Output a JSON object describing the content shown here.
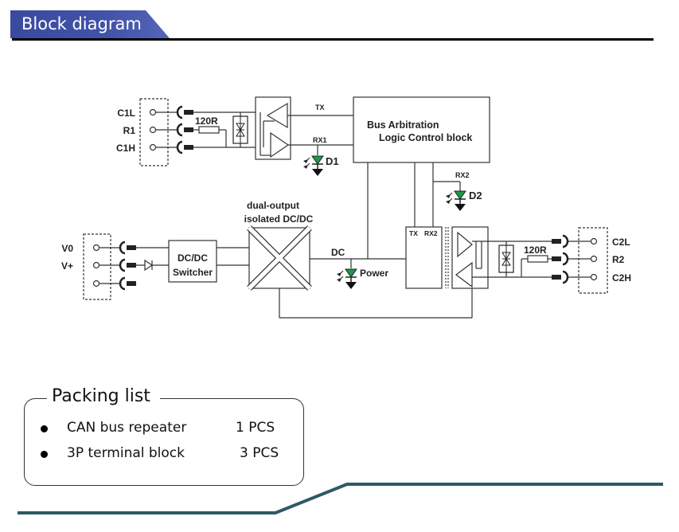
{
  "header": {
    "title": "Block diagram"
  },
  "diagram": {
    "port1": {
      "labels": [
        "C1L",
        "R1",
        "C1H"
      ],
      "resistor": "120R"
    },
    "signals": {
      "tx": "TX",
      "rx1": "RX1",
      "rx2": "RX2"
    },
    "leds": {
      "d1": "D1",
      "d2": "D2",
      "power": "Power"
    },
    "logic_block": {
      "line1": "Bus Arbitration",
      "line2": "Logic Control block"
    },
    "power_in": {
      "labels": [
        "V0",
        "V+"
      ]
    },
    "dcdc_switcher": {
      "line1": "DC/DC",
      "line2": "Switcher"
    },
    "isolated_dcdc": {
      "line1": "dual-output",
      "line2": "isolated DC/DC"
    },
    "dc_label": "DC",
    "isolator": {
      "tx": "TX",
      "rx2": "RX2"
    },
    "port2": {
      "labels": [
        "C2L",
        "R2",
        "C2H"
      ],
      "resistor": "120R"
    },
    "colors": {
      "led": "#1a9a4a",
      "header": "#4152a8",
      "accent_line": "#2e5a63"
    }
  },
  "packing_list": {
    "title": "Packing list",
    "items": [
      {
        "name": "CAN bus repeater",
        "qty": "1 PCS"
      },
      {
        "name": "3P terminal block",
        "qty": "3 PCS"
      }
    ]
  }
}
